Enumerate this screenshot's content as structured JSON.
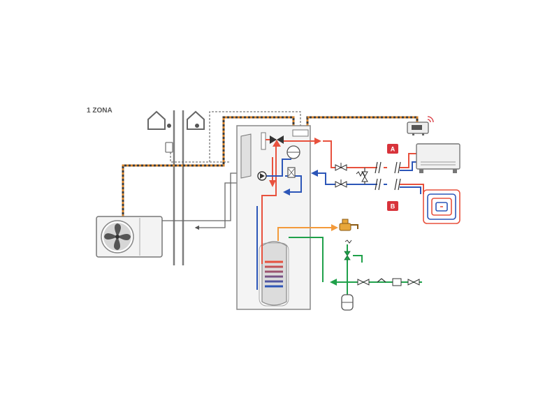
{
  "title": "1 ZONA",
  "zones": [
    {
      "label": "A",
      "emitter": "fan-coil"
    },
    {
      "label": "B",
      "emitter": "underfloor-heating"
    }
  ],
  "colors": {
    "hot_flow": "#e8513d",
    "return_flow": "#2c56b8",
    "cold_water": "#1fa14a",
    "hot_water": "#f39a3a",
    "wiring_dark": "#3a3a3a",
    "wiring_orange": "#d5822a",
    "badge": "#d8333b",
    "structure": "#7c7c7c"
  },
  "icons": [
    "house-outdoor-icon",
    "house-indoor-icon",
    "thermostat-icon",
    "wifi-icon",
    "fan-icon",
    "faucet-icon",
    "expansion-vessel-icon",
    "pump-icon",
    "valve-icon",
    "spring-valve-icon",
    "floor-coil-icon"
  ]
}
